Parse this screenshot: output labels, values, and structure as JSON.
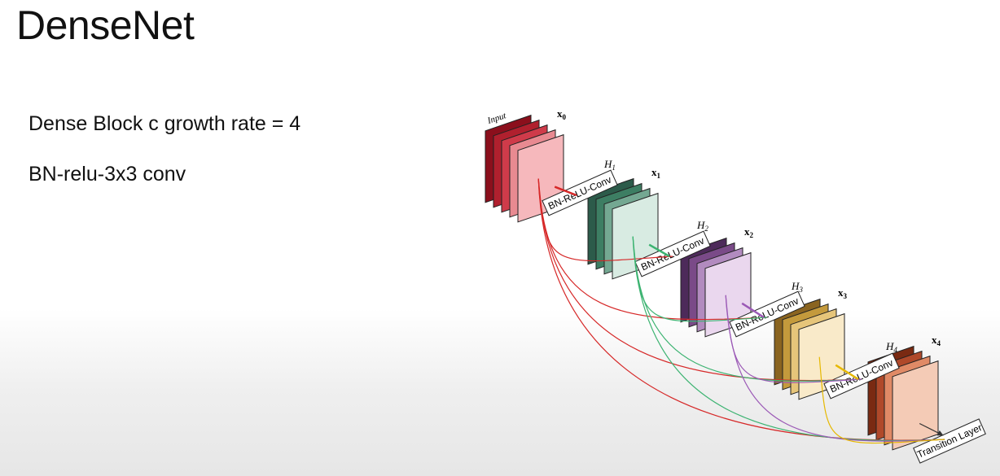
{
  "slide": {
    "title": "DenseNet",
    "lines": [
      "Dense Block c growth rate = 4",
      "BN-relu-3x3 conv"
    ]
  },
  "diagram": {
    "input_label": "Input",
    "states": [
      {
        "label": "x",
        "sub": "0",
        "colors": [
          "#8b0f1c",
          "#b0202e",
          "#cf3b4a",
          "#e88a91",
          "#f6b8bc"
        ]
      },
      {
        "label": "x",
        "sub": "1",
        "colors": [
          "#2c5b4a",
          "#3d7e63",
          "#74a892",
          "#d8ebe2"
        ]
      },
      {
        "label": "x",
        "sub": "2",
        "colors": [
          "#4d2a5a",
          "#7a4a88",
          "#b28bbf",
          "#ead7ee"
        ]
      },
      {
        "label": "x",
        "sub": "3",
        "colors": [
          "#8a6420",
          "#c49a3c",
          "#e6c57a",
          "#f9eac9"
        ]
      },
      {
        "label": "x",
        "sub": "4",
        "colors": [
          "#7a2a12",
          "#b0492a",
          "#e08a66",
          "#f4cbb6"
        ]
      }
    ],
    "layers": [
      {
        "label": "H",
        "sub": "1",
        "box": "BN-ReLU-Conv"
      },
      {
        "label": "H",
        "sub": "2",
        "box": "BN-ReLU-Conv"
      },
      {
        "label": "H",
        "sub": "3",
        "box": "BN-ReLU-Conv"
      },
      {
        "label": "H",
        "sub": "4",
        "box": "BN-ReLU-Conv"
      }
    ],
    "transition_label": "Transition Layer",
    "connection_colors": [
      "#d62828",
      "#3cb371",
      "#9b59b6",
      "#e6b800"
    ]
  }
}
